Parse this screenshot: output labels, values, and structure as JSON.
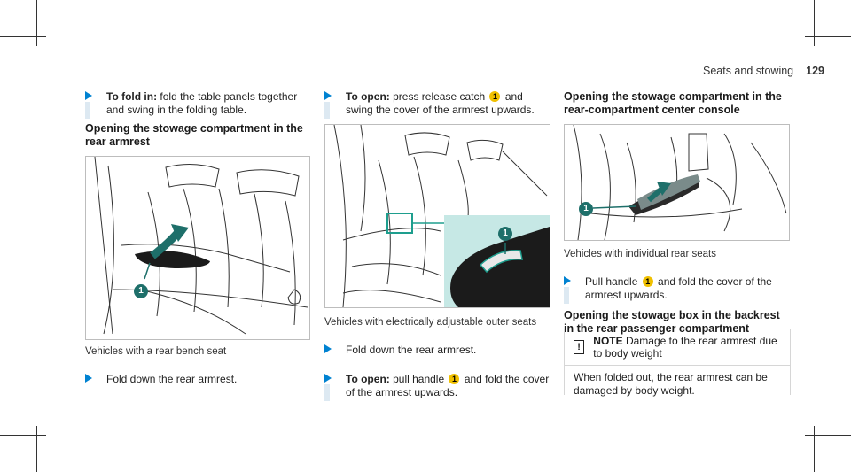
{
  "header": {
    "section": "Seats and stowing",
    "page": "129"
  },
  "col1": {
    "step1": {
      "bold": "To fold in:",
      "text": " fold the table panels together and swing in the folding table."
    },
    "heading": "Opening the stowage compartment in the rear armrest",
    "figure_badge": "1",
    "caption": "Vehicles with a rear bench seat",
    "step2": {
      "text": "Fold down the rear armrest."
    }
  },
  "col2": {
    "step1": {
      "bold": "To open:",
      "text_a": " press release catch ",
      "badge": "1",
      "text_b": " and swing the cover of the armrest upwards."
    },
    "figure_badge": "1",
    "caption": "Vehicles with electrically adjustable outer seats",
    "step2": {
      "text": "Fold down the rear armrest."
    },
    "step3": {
      "bold": "To open:",
      "text_a": " pull handle ",
      "badge": "1",
      "text_b": " and fold the cover of the armrest upwards."
    }
  },
  "col3": {
    "heading": "Opening the stowage compartment in the rear-compartment center console",
    "figure_badge": "1",
    "caption": "Vehicles with individual rear seats",
    "step1": {
      "text_a": "Pull handle ",
      "badge": "1",
      "text_b": " and fold the cover of the armrest upwards."
    },
    "heading2": "Opening the stowage box in the backrest in the rear passenger compartment",
    "note": {
      "title": "NOTE",
      "text": "Damage to the rear armrest due to body weight",
      "body": "When folded out, the rear armrest can be damaged by body weight."
    }
  },
  "colors": {
    "accent": "#0082d1",
    "badge": "#f0c000",
    "inset": "#c6e8e5"
  }
}
